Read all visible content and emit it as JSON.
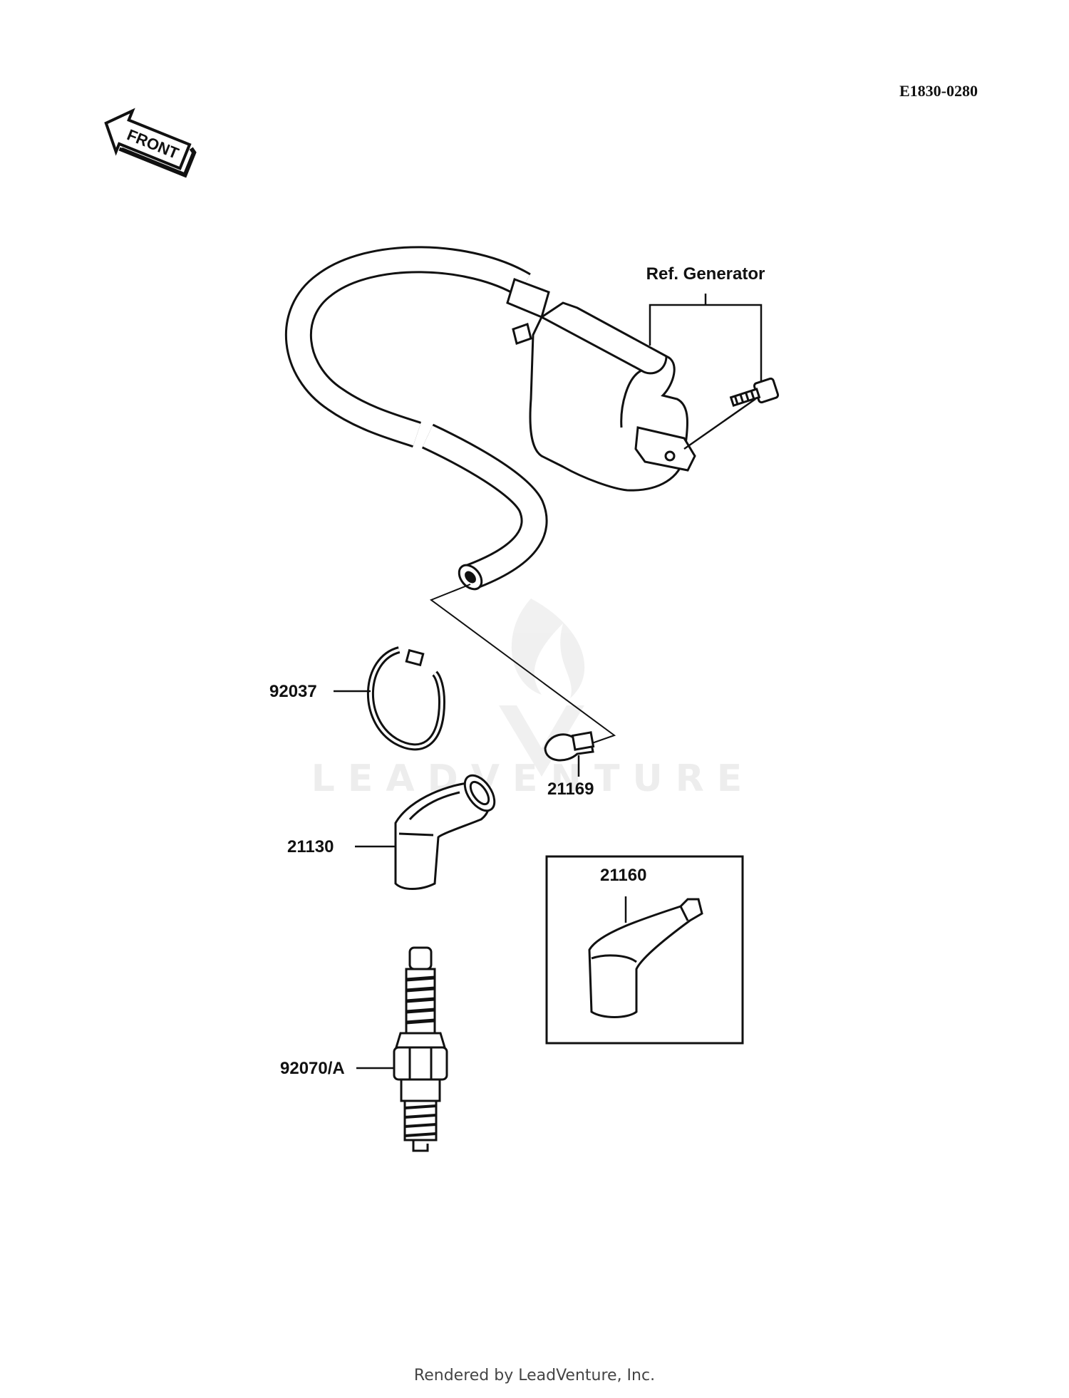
{
  "diagram_code": "E1830-0280",
  "front_arrow_text": "FRONT",
  "ref_label": "Ref. Generator",
  "watermark": "LEADVENTURE",
  "parts": [
    {
      "number": "92037",
      "name": "clamp"
    },
    {
      "number": "21169",
      "name": "connector"
    },
    {
      "number": "21130",
      "name": "plug-cap"
    },
    {
      "number": "21160",
      "name": "plug-cap-optional"
    },
    {
      "number": "92070/A",
      "name": "spark-plug"
    }
  ],
  "footer": "Rendered by LeadVenture, Inc."
}
